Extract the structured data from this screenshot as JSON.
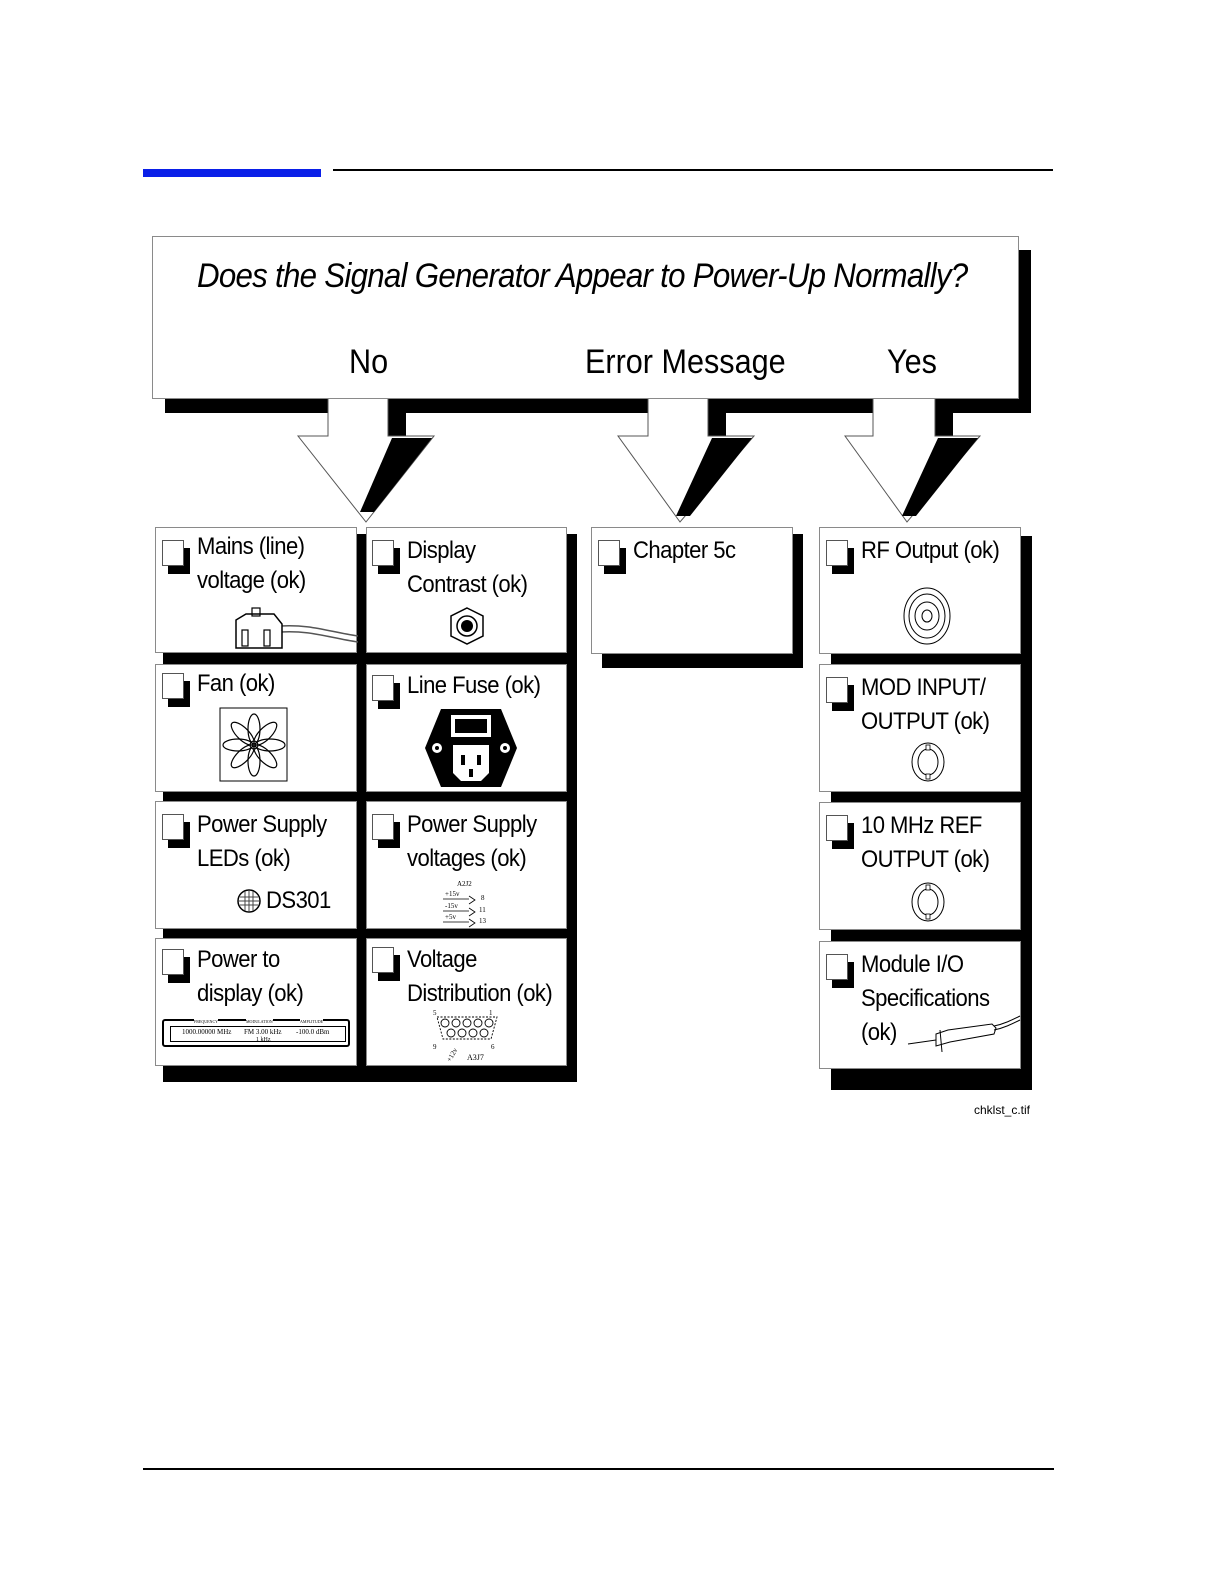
{
  "header": {
    "accent_color": "#0a1fe8"
  },
  "question": "Does the Signal Generator Appear to Power-Up Normally?",
  "branches": {
    "no": "No",
    "error": "Error Message",
    "yes": "Yes"
  },
  "no_items": {
    "mains": [
      "Mains (line)",
      "voltage (ok)"
    ],
    "contrast": [
      "Display",
      "Contrast (ok)"
    ],
    "fan": [
      "Fan (ok)"
    ],
    "fuse": [
      "Line Fuse (ok)"
    ],
    "leds": [
      "Power Supply",
      "LEDs (ok)"
    ],
    "leds_ref": "DS301",
    "voltages": [
      "Power Supply",
      "voltages (ok)"
    ],
    "voltages_detail": {
      "ref": "A2J2",
      "rails": [
        "+15v",
        "-15v",
        "+5v"
      ],
      "pins": [
        "8",
        "11",
        "13"
      ]
    },
    "display": [
      "Power to",
      "display (ok)"
    ],
    "display_detail": {
      "labels": [
        "FREQUENCY",
        "MODULATION",
        "AMPLITUDE"
      ],
      "values": [
        "1000.00000 MHz",
        "FM 3.00 kHz",
        "-100.0 dBm"
      ],
      "sub": "1 kHz"
    },
    "distribution": [
      "Voltage",
      "Distribution (ok)"
    ],
    "distribution_detail": {
      "ref": "A3J7",
      "pins": [
        "5",
        "1",
        "9",
        "6"
      ],
      "rail": "+12v"
    }
  },
  "error_items": {
    "chapter": "Chapter 5c"
  },
  "yes_items": {
    "rf": [
      "RF Output (ok)"
    ],
    "mod": [
      "MOD INPUT/",
      "OUTPUT (ok)"
    ],
    "ref": [
      "10 MHz REF",
      "OUTPUT (ok)"
    ],
    "module": [
      "Module I/O",
      "Specifications",
      "(ok)"
    ]
  },
  "figure_id": "chklst_c.tif"
}
